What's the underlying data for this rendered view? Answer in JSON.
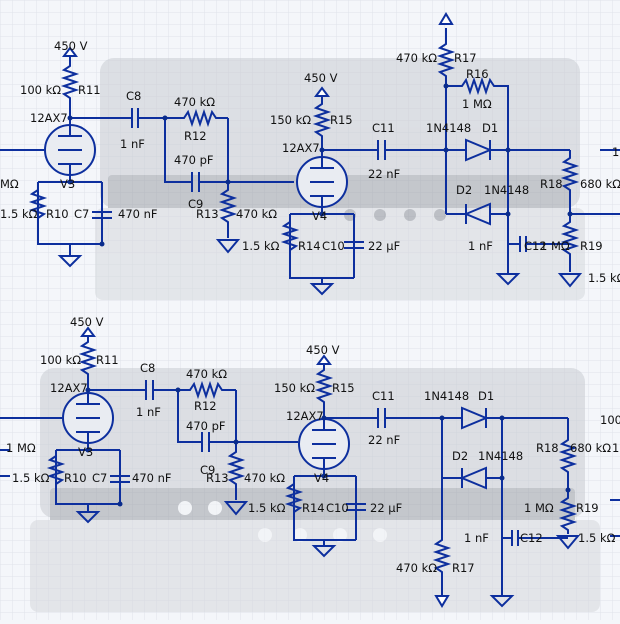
{
  "colors": {
    "wire": "#0d2f9e",
    "dot": "#0a2c8c",
    "grid": "#dfe3ea",
    "ghost": "#b9bcc2"
  },
  "top": {
    "supply1": "450 V",
    "r11_val": "100 kΩ",
    "r11": "R11",
    "tube1": "12AX7",
    "v3": "V3",
    "c8": "C8",
    "c8_val": "1 nF",
    "r12_val": "470 kΩ",
    "r12": "R12",
    "c9_val": "470 pF",
    "c9": "C9",
    "r13": "R13",
    "r13_val": "470 kΩ",
    "r10": "R10",
    "r10_val": "1.5 kΩ",
    "c7": "C7",
    "c7_val": "470 nF",
    "left_mohm": "MΩ",
    "supply2": "450 V",
    "r15_val": "150 kΩ",
    "r15": "R15",
    "tube2": "12AX7",
    "v4": "V4",
    "c11": "C11",
    "c11_val": "22 nF",
    "r14_val": "1.5 kΩ",
    "r14": "R14",
    "c10": "C10",
    "c10_val": "22 µF",
    "r17_val": "470 kΩ",
    "r17": "R17",
    "r16": "R16",
    "r16_val": "1 MΩ",
    "d1_part": "1N4148",
    "d1": "D1",
    "d2": "D2",
    "d2_part": "1N4148",
    "r18": "R18",
    "r18_val": "680 kΩ",
    "c12_val": "1 nF",
    "c12": "C12",
    "r19_val": "1 MΩ",
    "r19": "R19",
    "r19_gnd": "1.5 kΩ",
    "edge_1": "1"
  },
  "bottom": {
    "supply1": "450 V",
    "r11_val": "100 kΩ",
    "r11": "R11",
    "tube1": "12AX7",
    "v3": "V3",
    "c8": "C8",
    "c8_val": "1 nF",
    "r12_val": "470 kΩ",
    "r12": "R12",
    "c9_val": "470 pF",
    "c9": "C9",
    "r13": "R13",
    "r13_val": "470 kΩ",
    "r10": "R10",
    "r10_val": "1.5 kΩ",
    "c7": "C7",
    "c7_val": "470 nF",
    "left_mohm": "1 MΩ",
    "supply2": "450 V",
    "r15_val": "150 kΩ",
    "r15": "R15",
    "tube2": "12AX7",
    "v4": "V4",
    "c11": "C11",
    "c11_val": "22 nF",
    "r14_val": "1.5 kΩ",
    "r14": "R14",
    "c10": "C10",
    "c10_val": "22 µF",
    "d1_part": "1N4148",
    "d1": "D1",
    "d2": "D2",
    "d2_part": "1N4148",
    "r18": "R18",
    "r18_val": "680 kΩ",
    "edge_r1": "1",
    "r19_val": "1 MΩ",
    "r19": "R19",
    "r19_gnd": "1.5 kΩ",
    "c12_val": "1 nF",
    "c12": "C12",
    "r17_val": "470 kΩ",
    "r17": "R17",
    "edge_100": "100"
  }
}
